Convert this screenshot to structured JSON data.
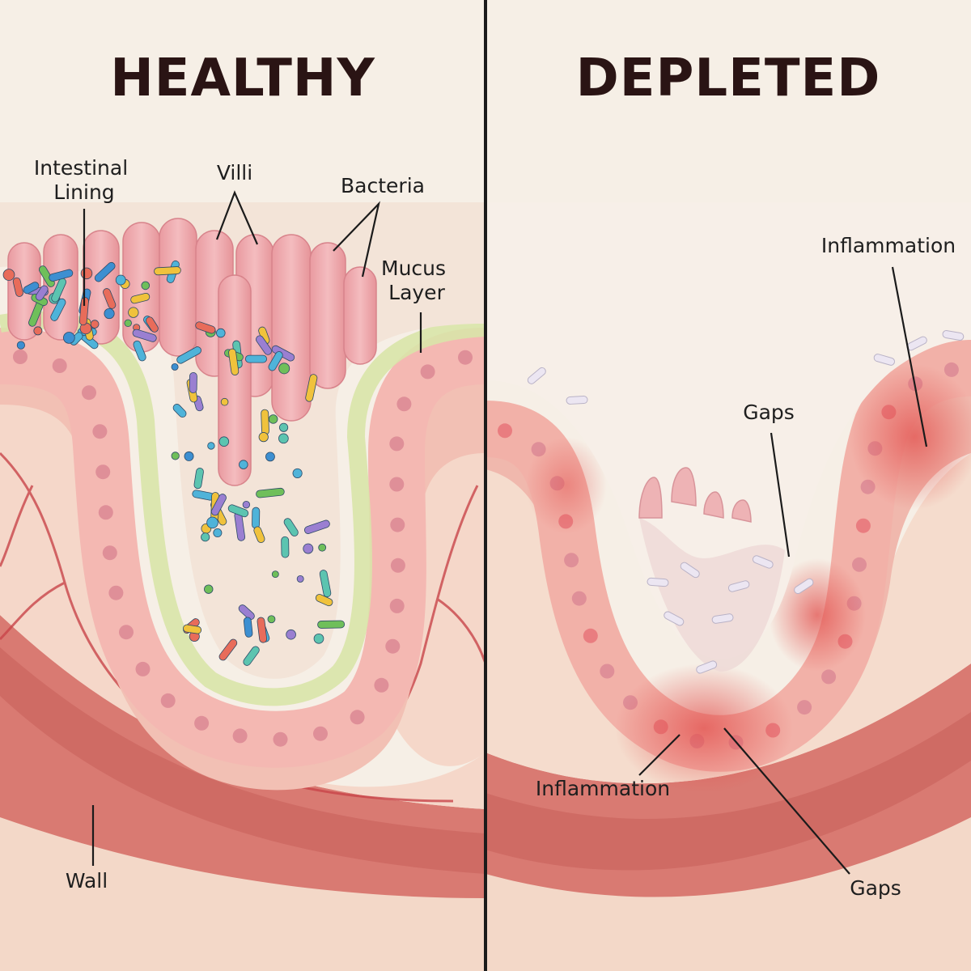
{
  "panels": {
    "left_title": "HEALTHY",
    "right_title": "DEPLETED"
  },
  "labels": {
    "intestinal_lining": [
      "Intestinal",
      "Lining"
    ],
    "villi": "Villi",
    "bacteria": "Bacteria",
    "mucus_layer": [
      "Mucus",
      "Layer"
    ],
    "wall": "Wall",
    "inflammation_top": "Inflammation",
    "gaps_top": "Gaps",
    "inflammation_bottom": "Inflammation",
    "gaps_bottom": "Gaps"
  },
  "colors": {
    "background": "#f6efe6",
    "tissue": "#f2c0b4",
    "cell": "#f4b8b2",
    "nucleus": "#df8f98",
    "mucus": "#d9e4a8",
    "muscle": "#d97a72",
    "inflamed": "#e2504d",
    "divider": "#1b1b1b"
  }
}
